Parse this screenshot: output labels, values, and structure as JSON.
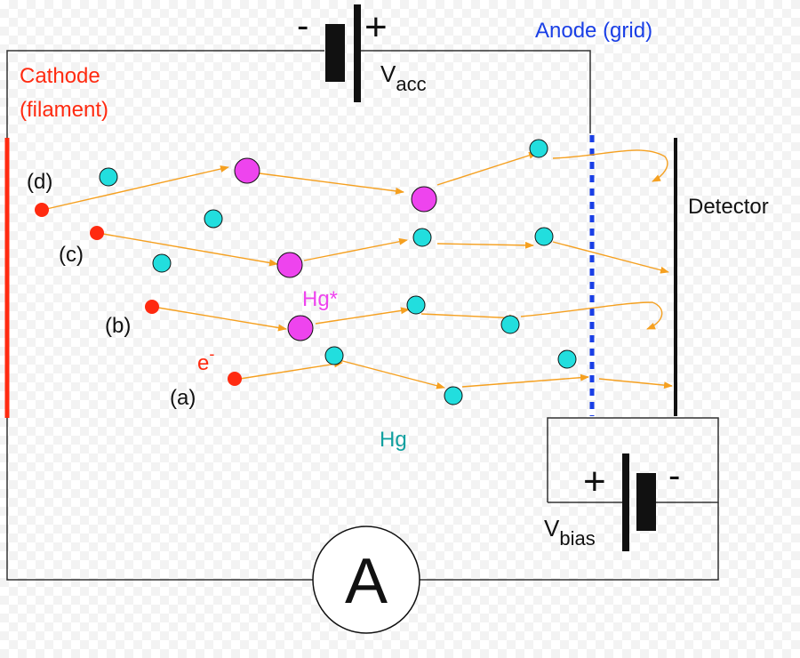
{
  "labels": {
    "cathode_line1": "Cathode",
    "cathode_line2": "(filament)",
    "anode": "Anode (grid)",
    "detector": "Detector",
    "vacc_v": "V",
    "vacc_sub": "acc",
    "vbias_v": "V",
    "vbias_sub": "bias",
    "battery_top_minus": "-",
    "battery_top_plus": "+",
    "battery_bottom_plus": "+",
    "battery_bottom_minus": "-",
    "ammeter": "A",
    "hg_excited": "Hg*",
    "hg": "Hg",
    "electron": "e",
    "electron_sup": "-",
    "path_a": "(a)",
    "path_b": "(b)",
    "path_c": "(c)",
    "path_d": "(d)"
  },
  "colors": {
    "cathode": "#ff2a10",
    "anode": "#1a3fe6",
    "electron": "#ff2a10",
    "hg_atom": "#22dede",
    "hg_excited_atom": "#ee44ee",
    "hg_label": "#11a0a0",
    "hg_excited_label": "#ee44ee",
    "trajectory": "#f5a020",
    "wire": "#333333"
  }
}
